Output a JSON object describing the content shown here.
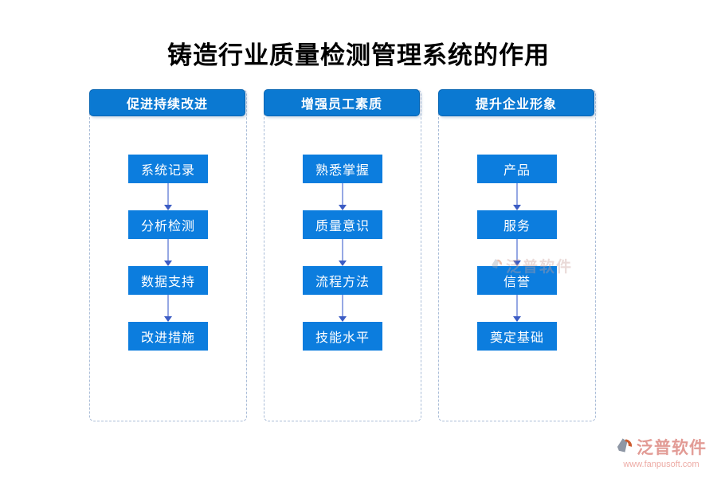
{
  "title": "铸造行业质量检测管理系统的作用",
  "columns": [
    {
      "header": "促进持续改进",
      "steps": [
        "系统记录",
        "分析检测",
        "数据支持",
        "改进措施"
      ]
    },
    {
      "header": "增强员工素质",
      "steps": [
        "熟悉掌握",
        "质量意识",
        "流程方法",
        "技能水平"
      ]
    },
    {
      "header": "提升企业形象",
      "steps": [
        "产品",
        "服务",
        "信誉",
        "奠定基础"
      ]
    }
  ],
  "watermark": {
    "brand": "泛普软件",
    "url": "www.fanpusoft.com"
  },
  "inline_watermark": {
    "brand": "泛普软件"
  },
  "colors": {
    "header_blue": "#0b79d2",
    "header_border": "#0765b2",
    "box_blue": "#0c7dde",
    "arrow_shaft": "#96a8e4",
    "arrow_head": "#3c5cc4",
    "dashed_border": "#aabdd8",
    "brand_pink": "#e29b95",
    "url_pink": "#edaba5",
    "logo_gray": "#8e97a5",
    "logo_orange": "#cd5b2e",
    "title_black": "#000000"
  }
}
